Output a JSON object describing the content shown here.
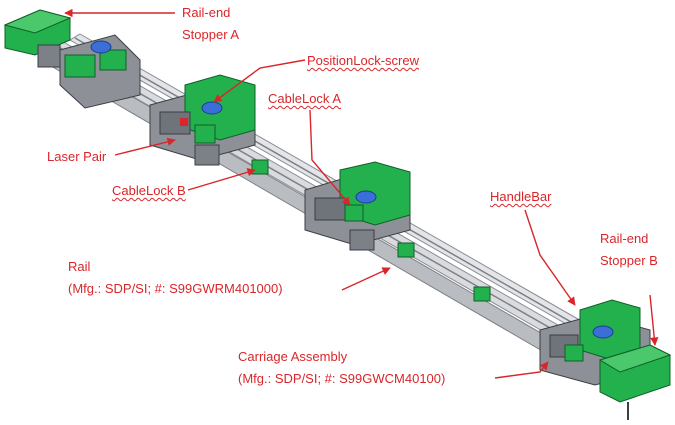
{
  "colors": {
    "label": "#d9262a",
    "green": "#23b14d",
    "green_dark": "#178a38",
    "blue": "#3a6fd8",
    "rail": "#c9ccd1",
    "carriage": "#6f737a"
  },
  "labels": {
    "rail_end_a_line1": "Rail-end",
    "rail_end_a_line2": "Stopper A",
    "position_lock_screw": "PositionLock-screw",
    "cable_lock_a": "CableLock A",
    "laser_pair": "Laser Pair",
    "cable_lock_b": "CableLock B",
    "handle_bar": "HandleBar",
    "rail_end_b_line1": "Rail-end",
    "rail_end_b_line2": "Stopper B",
    "rail_line1": "Rail",
    "rail_line2": "(Mfg.: SDP/SI; #: S99GWRM401000)",
    "carriage_line1": "Carriage Assembly",
    "carriage_line2": "(Mfg.: SDP/SI; #: S99GWCM40100)"
  }
}
